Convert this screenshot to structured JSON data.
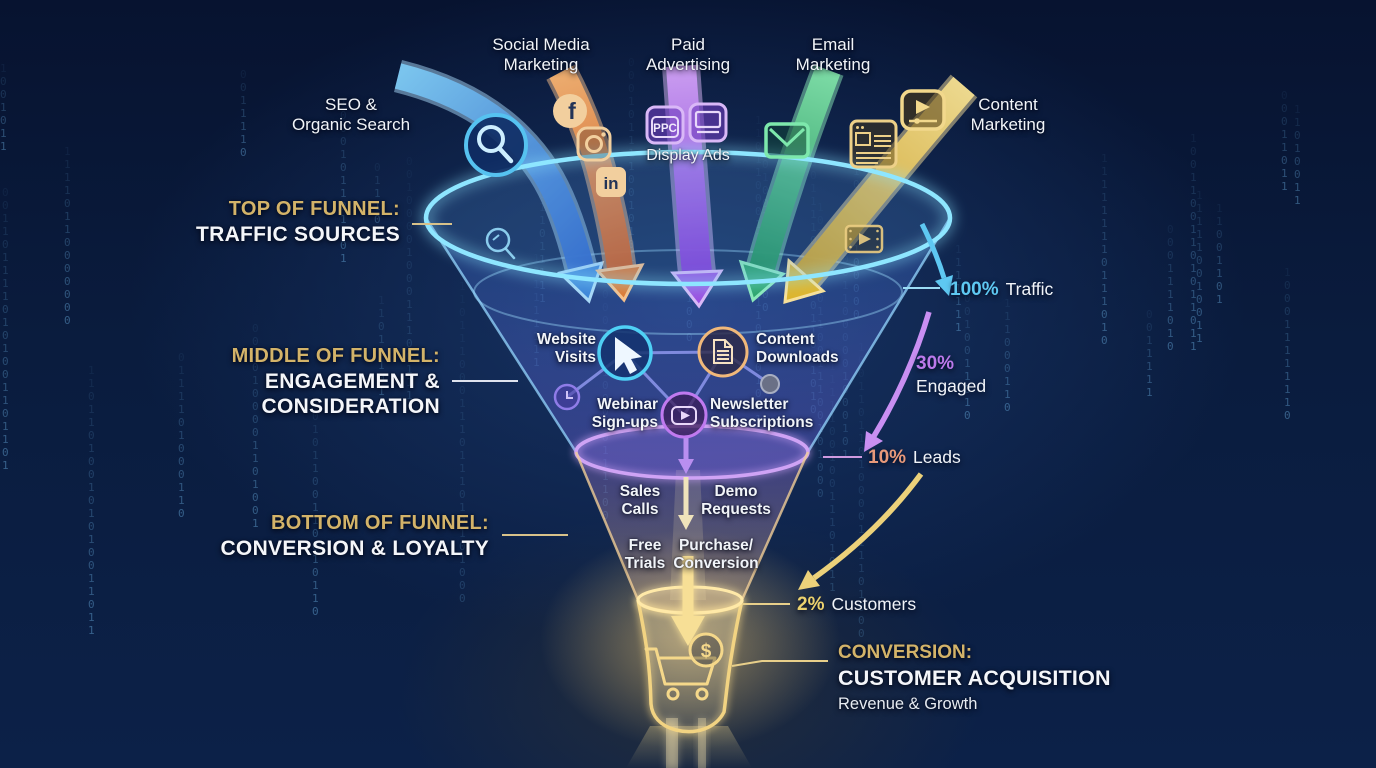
{
  "sources": {
    "seo": {
      "lines": [
        "SEO &",
        "Organic Search"
      ]
    },
    "social": {
      "lines": [
        "Social Media",
        "Marketing"
      ]
    },
    "paid": {
      "lines": [
        "Paid",
        "Advertising"
      ]
    },
    "email": {
      "lines": [
        "Email",
        "Marketing"
      ]
    },
    "content": {
      "lines": [
        "Content",
        "Marketing"
      ]
    },
    "display_ads": "Display Ads"
  },
  "stages": {
    "top": {
      "heading": "TOP OF FUNNEL:",
      "lines": [
        "TRAFFIC SOURCES"
      ]
    },
    "middle": {
      "heading": "MIDDLE OF FUNNEL:",
      "lines": [
        "ENGAGEMENT &",
        "CONSIDERATION"
      ]
    },
    "bottom": {
      "heading": "BOTTOM OF FUNNEL:",
      "lines": [
        "CONVERSION & LOYALTY"
      ]
    }
  },
  "middle_items": {
    "website_visits": {
      "lines": [
        "Website",
        "Visits"
      ]
    },
    "content_downloads": {
      "lines": [
        "Content",
        "Downloads"
      ]
    },
    "webinar_signups": {
      "lines": [
        "Webinar",
        "Sign-ups"
      ]
    },
    "newsletter_subscriptions": {
      "lines": [
        "Newsletter",
        "Subscriptions"
      ]
    }
  },
  "bottom_items": {
    "sales_calls": {
      "lines": [
        "Sales",
        "Calls"
      ]
    },
    "demo_requests": {
      "lines": [
        "Demo",
        "Requests"
      ]
    },
    "free_trials": {
      "lines": [
        "Free",
        "Trials"
      ]
    },
    "purchase_conversion": {
      "lines": [
        "Purchase/",
        "Conversion"
      ]
    }
  },
  "metrics": {
    "traffic": {
      "value": "100%",
      "label": "Traffic",
      "color": "#5ec8f2"
    },
    "engaged": {
      "value": "30%",
      "label": "Engaged",
      "color": "#bb79ea"
    },
    "leads": {
      "value": "10%",
      "label": "Leads",
      "color": "#e8997a"
    },
    "customers": {
      "value": "2%",
      "label": "Customers",
      "color": "#ecd26e"
    }
  },
  "conversion": {
    "heading": "CONVERSION:",
    "title": "CUSTOMER ACQUISITION",
    "subtitle": "Revenue & Growth"
  },
  "icon_text": {
    "ppc": "PPC",
    "linkedin": "in",
    "facebook": "f",
    "currency": "$"
  },
  "colors": {
    "background": "#0a1b3c",
    "accent_gold": "#d3b369",
    "text_white": "#f2f4f8",
    "funnel_cyan": "#8ee6ff",
    "funnel_purple": "#cfa3f5",
    "funnel_gold": "#f2d382",
    "arrow_blue": "#3f87d9",
    "arrow_orange": "#e07433",
    "arrow_purple": "#9a55e0",
    "arrow_green": "#2fa86e",
    "arrow_yellow": "#dfb433"
  },
  "matrix": {
    "glyphs": "01"
  }
}
